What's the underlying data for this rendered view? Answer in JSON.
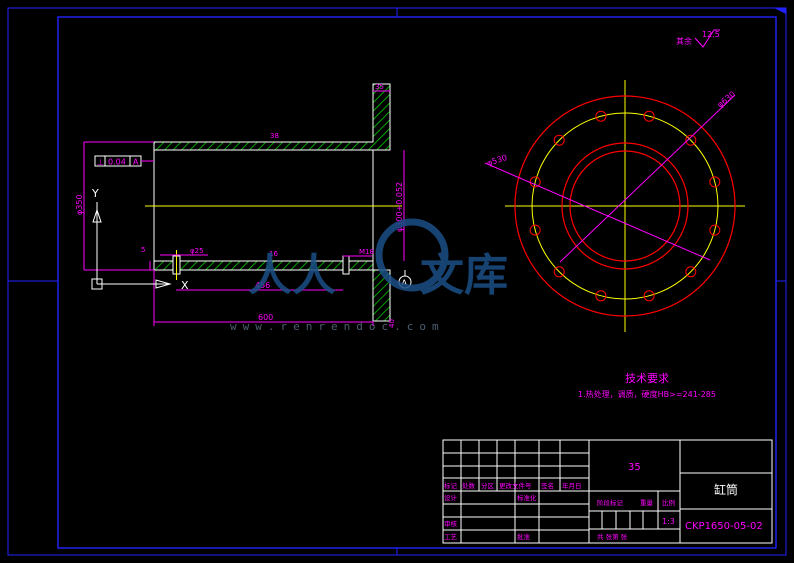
{
  "colors": {
    "background": "#000000",
    "border": "#2222ff",
    "dimension": "#ff00ff",
    "outline": "#ffffff",
    "hatch": "#00cc00",
    "centerline": "#ffff00",
    "circles": "#ff0000"
  },
  "roughness": {
    "prefix": "其余",
    "value": "12.5"
  },
  "dimensions": {
    "hatch_tag": "38",
    "flange_width": "35",
    "outer_dia_left": "φ350",
    "bore": "φ300+0.052",
    "length_456": "456",
    "length_600": "600",
    "dim_5": "5",
    "port_25": "φ25",
    "dim_16": "16",
    "thread": "M18",
    "dim_40": "40",
    "circle_pcd": "φ530",
    "circle_outer": "φ630",
    "tol_symbol": "⊥",
    "tol_value": "0.04",
    "tol_datum": "A",
    "datum_mark": "A",
    "axis_y": "Y",
    "axis_x": "X"
  },
  "watermark": {
    "left": "人人",
    "right": "文库",
    "url": "www.renrendoc.com"
  },
  "technical_requirements": {
    "title": "技术要求",
    "line1": "1.热处理，调质，硬度HB>=241-285"
  },
  "title_block": {
    "material": "35",
    "part_name": "缸筒",
    "drawing_no": "CKP1650-05-02",
    "scale": "1:3",
    "row_marks": "标记",
    "row_count": "处数",
    "row_zone": "分区",
    "row_change": "更改文件号",
    "row_sign": "签名",
    "row_date": "年月日",
    "design": "设计",
    "standardize": "标准化",
    "stage_mark": "阶段标记",
    "weight": "重量",
    "ratio": "比例",
    "review": "审核",
    "process": "工艺",
    "approve": "批准",
    "sheets": "共  张第  张"
  }
}
